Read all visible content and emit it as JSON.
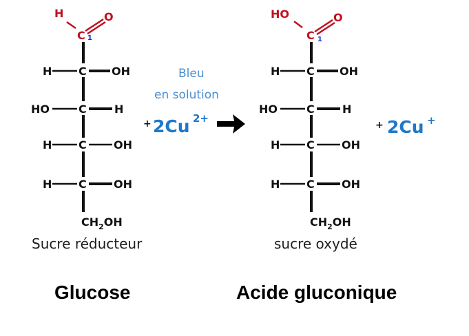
{
  "glucose": {
    "top_left": "H",
    "top_right": "O",
    "c1": "C",
    "c1_number": "1",
    "rows": [
      {
        "left": "H",
        "center": "C",
        "right": "OH"
      },
      {
        "left": "HO",
        "center": "C",
        "right": "H"
      },
      {
        "left": "H",
        "center": "C",
        "right": "OH"
      },
      {
        "left": "H",
        "center": "C",
        "right": "OH"
      }
    ],
    "bottom": {
      "main": "CH",
      "sub": "2",
      "tail": "OH"
    },
    "caption": "Sucre réducteur",
    "name": "Glucose"
  },
  "reaction": {
    "condition_line1": "Bleu",
    "condition_line2": "en solution",
    "reactant_plus": "+",
    "reactant": "2Cu",
    "reactant_charge": "2+",
    "product_plus": "+",
    "product": "2Cu",
    "product_charge": "+"
  },
  "gluconic_acid": {
    "top_left": "HO",
    "top_right": "O",
    "c1": "C",
    "c1_number": "1",
    "rows": [
      {
        "left": "H",
        "center": "C",
        "right": "OH"
      },
      {
        "left": "HO",
        "center": "C",
        "right": "H"
      },
      {
        "left": "H",
        "center": "C",
        "right": "OH"
      },
      {
        "left": "H",
        "center": "C",
        "right": "OH"
      }
    ],
    "bottom": {
      "main": "CH",
      "sub": "2",
      "tail": "OH"
    },
    "caption": "sucre oxydé",
    "name": "Acide gluconique"
  },
  "colors": {
    "carbonyl_red": "#c0101e",
    "number_blue": "#1a2bd0",
    "copper_blue": "#1f78c8",
    "condition_blue": "#4a8fd0"
  }
}
